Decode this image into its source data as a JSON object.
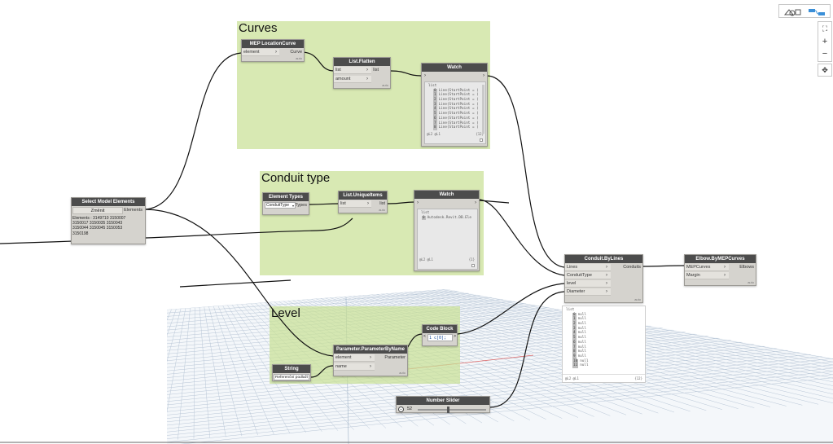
{
  "toolbar": {
    "geometry_view_icon": "3d-geometry-view-icon",
    "graph_view_icon": "graph-view-icon",
    "zoom_fit_icon": "fit-view-icon",
    "zoom_in_label": "+",
    "zoom_out_label": "−",
    "pan_icon": "pan-icon"
  },
  "groups": {
    "curves": "Curves",
    "conduit_type": "Conduit type",
    "level": "Level"
  },
  "nodes": {
    "select_model": {
      "title": "Select Model Elements",
      "button": "Změnit",
      "output": "Elements",
      "info": [
        "Elements : 3149710 3150007",
        "3150017 3150035 3150043",
        "3150044 3150045 3150053",
        "3150198"
      ]
    },
    "mep_location": {
      "title": "MEP LocationCurve",
      "input": "element",
      "output": "Curve",
      "lacing": "auto"
    },
    "list_flatten": {
      "title": "List.Flatten",
      "inputs": [
        "list",
        "amount"
      ],
      "output": "list",
      "lacing": "auto"
    },
    "watch_curves": {
      "title": "Watch",
      "header_word": "list",
      "items": [
        {
          "idx": "0",
          "text": "Line(StartPoint = ("
        },
        {
          "idx": "1",
          "text": "Line(StartPoint = ("
        },
        {
          "idx": "2",
          "text": "Line(StartPoint = ("
        },
        {
          "idx": "3",
          "text": "Line(StartPoint = ("
        },
        {
          "idx": "4",
          "text": "Line(StartPoint = ("
        },
        {
          "idx": "5",
          "text": "Line(StartPoint = ("
        },
        {
          "idx": "6",
          "text": "Line(StartPoint = ("
        },
        {
          "idx": "7",
          "text": "Line(StartPoint = ("
        },
        {
          "idx": "8",
          "text": "Line(StartPoint = ("
        }
      ],
      "footer_left": "@L2 @L1",
      "footer_right": "{12}"
    },
    "element_types": {
      "title": "Element Types",
      "dropdown": "ConduitType",
      "output": "Types"
    },
    "unique_items": {
      "title": "List.UniqueItems",
      "input": "list",
      "output": "list",
      "lacing": "auto"
    },
    "watch_type": {
      "title": "Watch",
      "header_word": "list",
      "items": [
        {
          "idx": "0",
          "text": "Autodesk.Revit.DB.Ele"
        }
      ],
      "footer_left": "@L2 @L1",
      "footer_right": "{1}"
    },
    "conduit_bylines": {
      "title": "Conduit.ByLines",
      "inputs": [
        "Lines",
        "ConduitType",
        "level",
        "Diameter"
      ],
      "output": "Conduits",
      "lacing": "auto",
      "preview_header": "list",
      "preview_items": [
        {
          "idx": "0",
          "text": "null"
        },
        {
          "idx": "1",
          "text": "null"
        },
        {
          "idx": "2",
          "text": "null"
        },
        {
          "idx": "3",
          "text": "null"
        },
        {
          "idx": "4",
          "text": "null"
        },
        {
          "idx": "5",
          "text": "null"
        },
        {
          "idx": "6",
          "text": "null"
        },
        {
          "idx": "7",
          "text": "null"
        },
        {
          "idx": "8",
          "text": "null"
        },
        {
          "idx": "9",
          "text": "null"
        },
        {
          "idx": "10",
          "text": "null"
        },
        {
          "idx": "11",
          "text": "null"
        }
      ],
      "preview_footer_left": "@L2 @L1",
      "preview_footer_right": "{12}"
    },
    "elbow": {
      "title": "Elbow.ByMEPCurves",
      "inputs": [
        "MEPCurves",
        "Margin"
      ],
      "output": "Elbows",
      "lacing": "auto"
    },
    "param_by_name": {
      "title": "Parameter.ParameterByName",
      "inputs": [
        "element",
        "name"
      ],
      "output": "Parameter",
      "lacing": "auto"
    },
    "code_block": {
      "title": "Code Block",
      "code": "1 c[0];"
    },
    "string_node": {
      "title": "String",
      "value": "Referenční podlaží"
    },
    "number_slider": {
      "title": "Number Slider",
      "value": "52"
    }
  }
}
